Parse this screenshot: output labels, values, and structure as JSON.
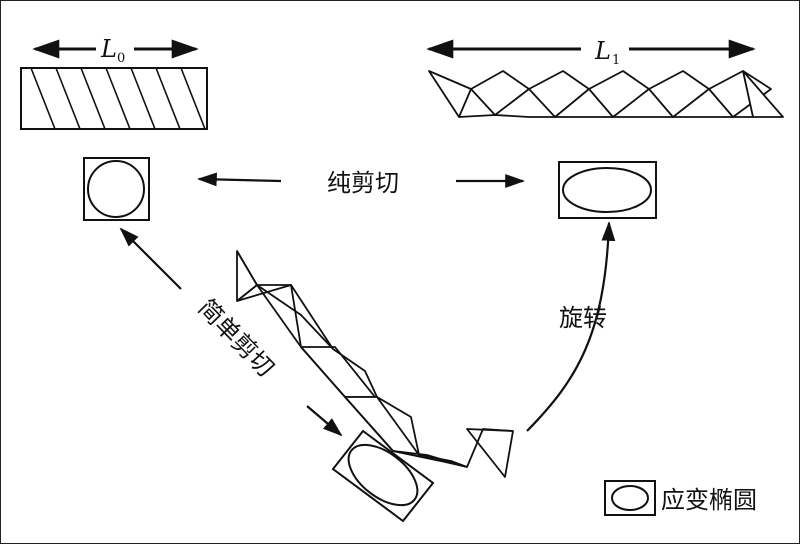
{
  "labels": {
    "l0": "L",
    "l0_sub": "0",
    "l1": "L",
    "l1_sub": "1",
    "pure_shear": "纯剪切",
    "simple_shear": "简单剪切",
    "rotation": "旋转",
    "legend": "应变椭圆"
  },
  "colors": {
    "stroke": "#111111",
    "background": "#ffffff"
  }
}
